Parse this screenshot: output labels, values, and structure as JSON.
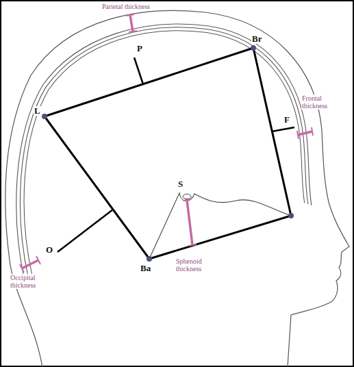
{
  "diagram": {
    "labels": [
      "Parietal thickness",
      "P",
      "Br",
      "L",
      "Frontal thickness",
      "F",
      "S",
      "O",
      "Occipital thickness",
      "Ba",
      "Sphenoid thickness"
    ]
  }
}
